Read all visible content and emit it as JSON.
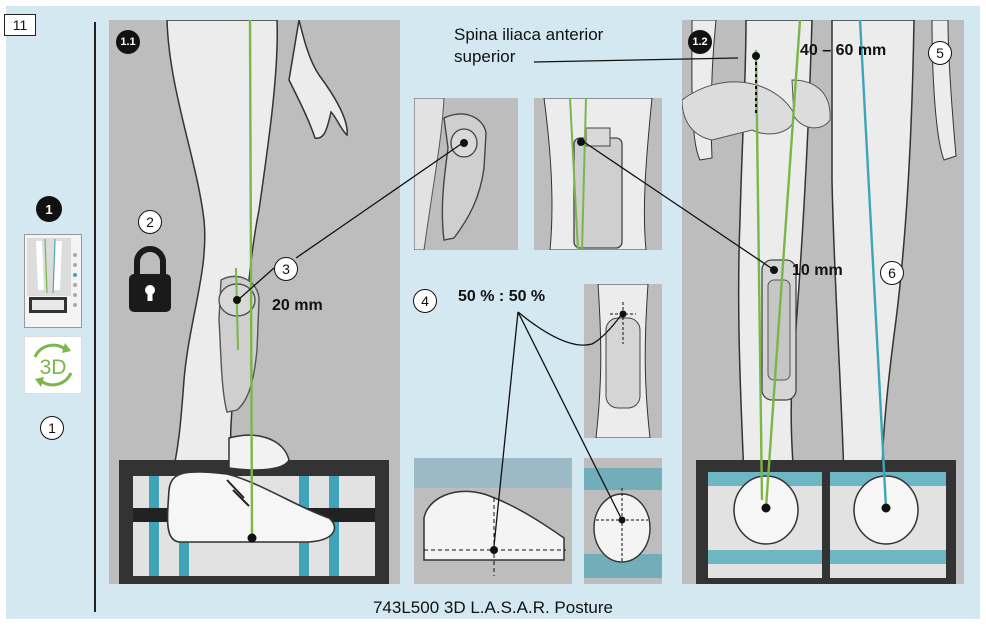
{
  "figure_number": "11",
  "caption": "743L500 3D L.A.S.A.R. Posture",
  "side_step": {
    "number": "1",
    "callout": "1"
  },
  "panel_labels": {
    "left": "1.1",
    "right": "1.2"
  },
  "callouts": {
    "c2": "2",
    "c3": "3",
    "c4": "4",
    "c5": "5",
    "c6": "6"
  },
  "measurements": {
    "m20": "20 mm",
    "ratio": "50 % : 50 %",
    "m4060": "40 – 60 mm",
    "m10": "10 mm"
  },
  "landmark": {
    "line1": "Spina iliaca anterior",
    "line2": "superior"
  },
  "icons": [
    "lock-icon",
    "3d-rotate-icon"
  ],
  "colors": {
    "background_panel": "#d3e8f1",
    "photo_gray": "#bdbdbd",
    "load_line_green": "#7ab648",
    "plumb_line_blue": "#3fa4b8",
    "dark": "#1a1a1a"
  }
}
